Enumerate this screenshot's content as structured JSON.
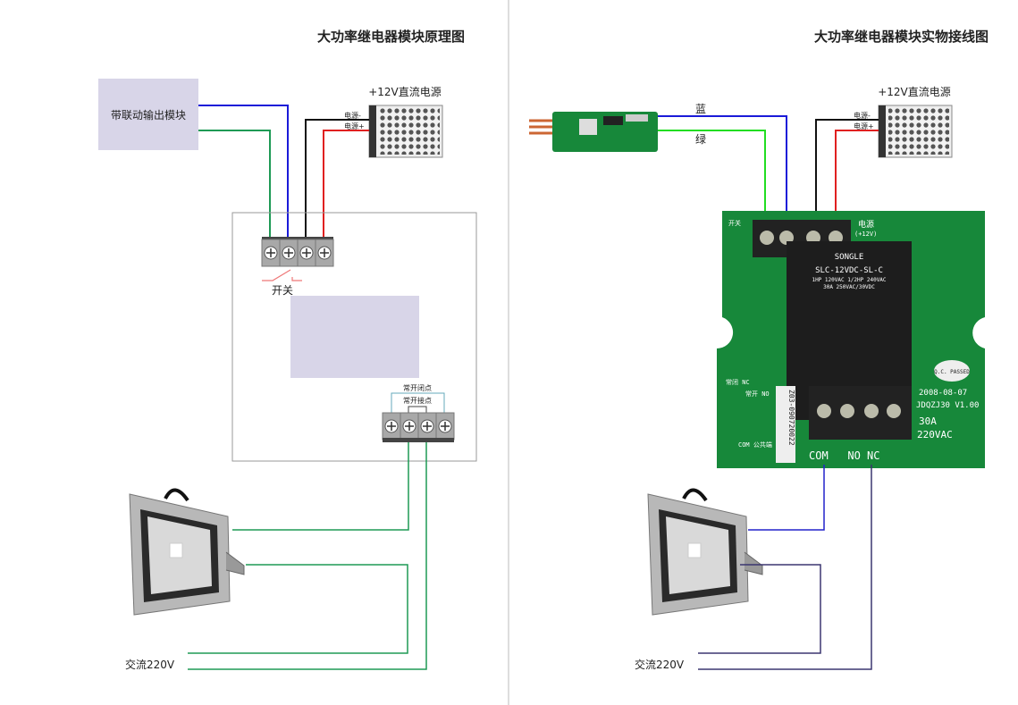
{
  "left": {
    "title": "大功率继电器模块原理图",
    "module_label": "带联动输出模块",
    "psu_title": "+12V直流电源",
    "psu_minus": "电源-",
    "psu_plus": "电源+",
    "switch_label": "开关",
    "nc_label": "常开闭点",
    "no_label": "常开接点",
    "ac_label": "交流220V"
  },
  "right": {
    "title": "大功率继电器模块实物接线图",
    "blue_label": "蓝",
    "green_label": "绿",
    "psu_title": "+12V直流电源",
    "psu_minus": "电源-",
    "psu_plus": "电源+",
    "ac_label": "交流220V",
    "board": {
      "power_label": "电源",
      "power_voltage": "(+12V)",
      "switch_label": "开关",
      "relay_brand": "SONGLE",
      "relay_model": "SLC-12VDC-SL-C",
      "relay_rating1": "1HP 120VAC 1/2HP 240VAC",
      "relay_rating2": "30A 250VAC/30VDC",
      "nc_label": "常闭 NC",
      "no_label": "常开 NO",
      "com_label": "COM 公共端",
      "serial": "Z03-090720022",
      "date": "2008-08-07",
      "version": "JDQZJ30 V1.00",
      "qc": "Q.C. PASSED",
      "rating_current": "30A",
      "rating_voltage": "220VAC",
      "terminal_labels": "COM   NO NC"
    }
  },
  "colors": {
    "blue": "#1a1ad8",
    "green": "#1e9a55",
    "red": "#e02020",
    "black": "#111111",
    "lavender": "#d8d5e8",
    "pcb": "#17883a",
    "ac_wire": "#3b3670"
  }
}
